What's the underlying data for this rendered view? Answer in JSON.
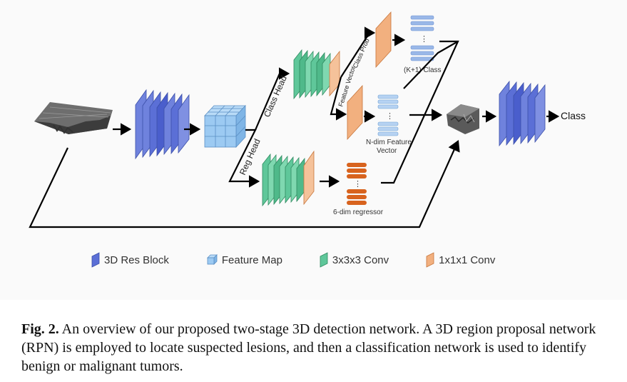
{
  "diagram": {
    "labels": {
      "class_head": "Class Head",
      "reg_head": "Reg Head",
      "class_prob": "Class Prob",
      "feature_vector": "Feature Vector",
      "k1_class": "(K+1) Class",
      "ndim_line1": "N-dim Feature",
      "ndim_line2": "Vector",
      "regressor": "6-dim regressor",
      "output": "Class",
      "ellipsis": "⋮"
    },
    "colors": {
      "res_block": "#5b6fd6",
      "feature_map": "#8fc3f0",
      "conv3": "#5fc79a",
      "conv1": "#f2b07f",
      "vector_blue": "#9ab8e8",
      "vector_orange": "#d8631e"
    }
  },
  "legend": {
    "res_block": "3D Res Block",
    "feature_map": "Feature Map",
    "conv3": "3x3x3 Conv",
    "conv1": "1x1x1 Conv"
  },
  "caption": {
    "label": "Fig. 2.",
    "text": " An overview of our proposed two-stage 3D detection network. A 3D region proposal network (RPN) is employed to locate suspected lesions, and then a classification network is used to identify benign or malignant tumors."
  }
}
